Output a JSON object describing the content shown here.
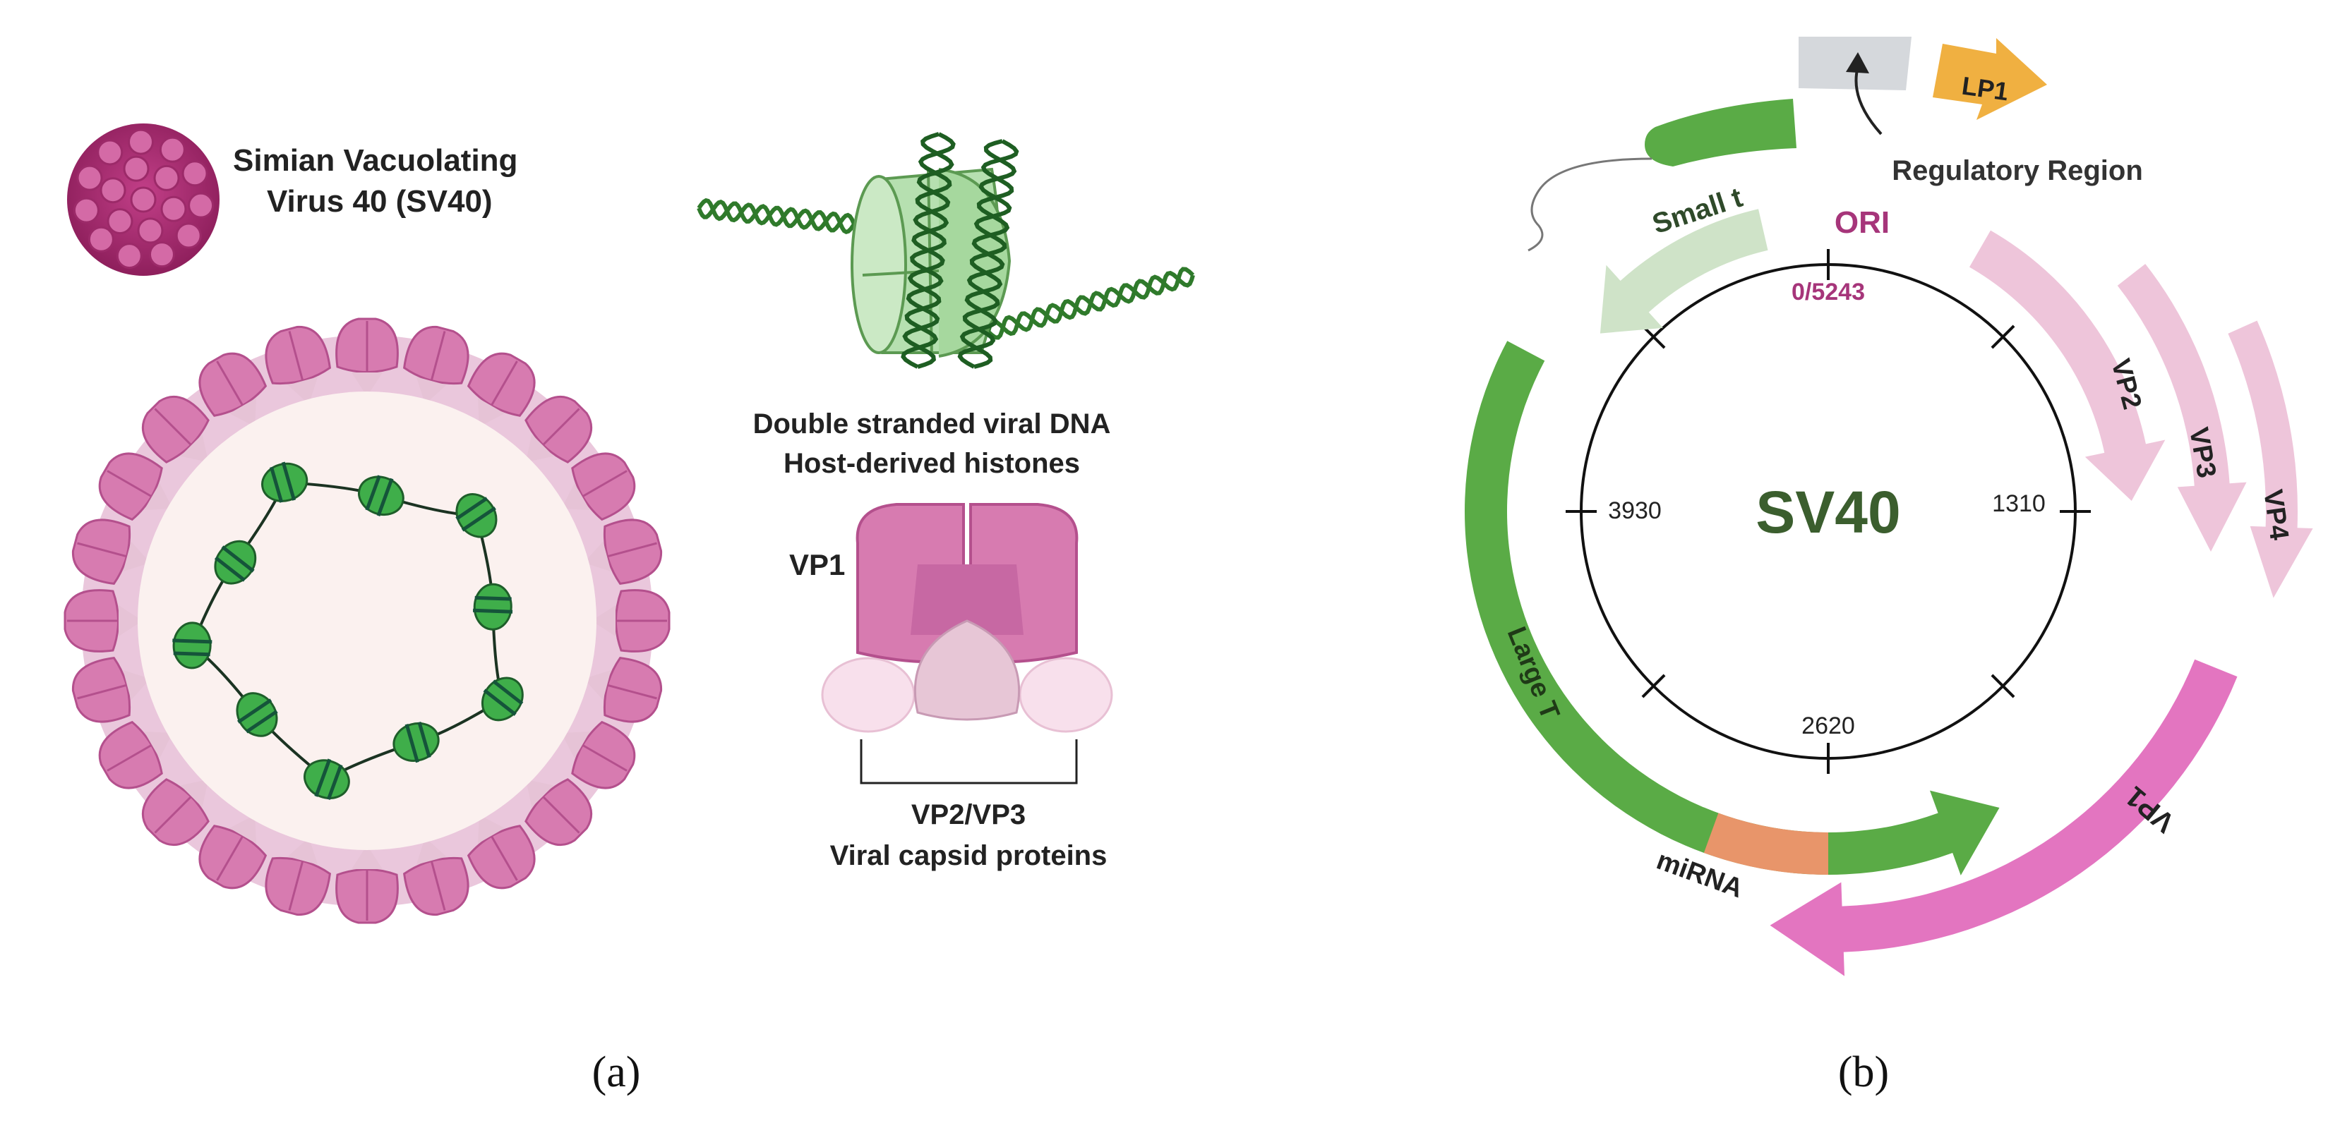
{
  "panel_a": {
    "caption": "(a)",
    "virus_title_line1": "Simian Vacuolating",
    "virus_title_line2": "Virus 40 (SV40)",
    "dna_line1": "Double stranded viral DNA",
    "dna_line2": "Host-derived histones",
    "vp1_label": "VP1",
    "vp23_label": "VP2/VP3",
    "capsid_label": "Viral capsid proteins"
  },
  "panel_b": {
    "caption": "(b)",
    "center_label": "SV40",
    "ori_label": "ORI",
    "regulatory_label": "Regulatory Region",
    "ticks": [
      {
        "label": "0/5243",
        "position": 0
      },
      {
        "label": "1310",
        "position": 1310
      },
      {
        "label": "2620",
        "position": 2620
      },
      {
        "label": "3930",
        "position": 3930
      }
    ],
    "genes": {
      "lp1": "LP1",
      "small_t": "Small t",
      "large_t": "Large T",
      "mirna": "miRNA",
      "vp1": "VP1",
      "vp2": "VP2",
      "vp3": "VP3",
      "vp4": "VP4"
    },
    "colors": {
      "large_t": "#5aab46",
      "small_t": "#cfe3c8",
      "mirna": "#e8956a",
      "vp1": "#e375c0",
      "vp_light": "#eec5da",
      "lp1": "#f0b041",
      "regulatory": "#d5d8dc",
      "center_text": "#3b5e2e",
      "ori_text": "#a6357a"
    }
  }
}
